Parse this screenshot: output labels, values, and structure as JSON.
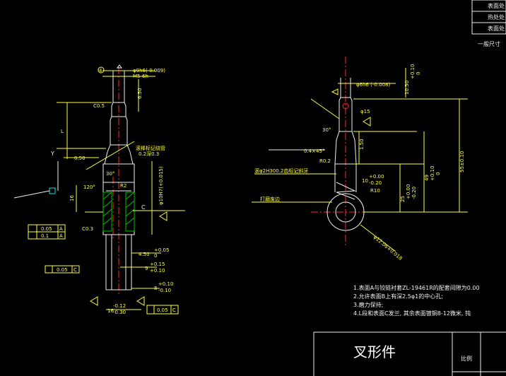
{
  "title_block_top": {
    "rows": [
      "表面处",
      "热处处",
      "表面处"
    ],
    "general_tol": "一般尺寸"
  },
  "left_view": {
    "dia_top": "φ9h6(-0.009)",
    "m_thread": "M5-6h",
    "len_6_5": "6.50",
    "chamfer": "C0.5",
    "letter_L": "L",
    "letter_Y": "Y",
    "letter_C": "C",
    "note_roll": "滚棒标记绕管",
    "note_roll2": "0.2深0.3",
    "val_050": "0.50",
    "angle_30": "30°",
    "angle_120": "120°",
    "radius_r2": "R2",
    "dim_16": "16",
    "bore": "φ10H7(+0.015)",
    "chamfer2": "C0.3",
    "tol_box1": "0.05",
    "tol_box1_ref": "A",
    "tol_box2": "0.1",
    "tol_box2_ref": "A",
    "dim_450_a": "4.50",
    "dim_450_b": "+0.05",
    "dim_450_c": "0",
    "dim_9": "9",
    "dim_9_a": "+0.15",
    "dim_9_b": "+0.10",
    "dim_8": "8",
    "dim_8_a": "+0.10",
    "dim_8_b": "-0.10",
    "dim_16b": "16",
    "dim_16b_a": "-0.12",
    "dim_16b_b": "-0.30",
    "tol_box3": "0.05",
    "tol_box3_ref": "C",
    "tol_box4": "0.05",
    "tol_box4_ref": "C"
  },
  "right_view": {
    "dia_top": "φ6h6 (-0.008)",
    "dim_top": "10.50",
    "dim_top_a": "+0.10",
    "dim_top_b": "0",
    "dia_15": "φ15",
    "angle_30": "30°",
    "chamfer": "0.4×45°",
    "r02": "R0.2",
    "val_150": "1.50",
    "note_knurl": "滚φ2H300.2齿标记斜牙",
    "dim_10": "10",
    "dim_10_a": "+0.00",
    "dim_10_b": "-0.20",
    "r10": "R10",
    "dim_25": "25",
    "dim_25_a": "+0.00",
    "dim_25_b": "-0.20",
    "dim_49": "49",
    "dim_49_a": "+0.10",
    "dim_49_b": "0",
    "dim_55": "55±0.10",
    "note_hit": "打磨废边",
    "dia_bottom": "φ12.06+0.018"
  },
  "notes": [
    "1.表面A与铰链衬套ZL-19461R的配套间隙为0.00",
    "2.允许表面B上有深2.5φ1的中心孔;",
    "3.磨力保持;",
    "4.L段和表面C发兰, 其余表面镀铜8-12微米, 钝"
  ],
  "title_block": {
    "part_name": "叉形件",
    "scale_label": "比例"
  }
}
